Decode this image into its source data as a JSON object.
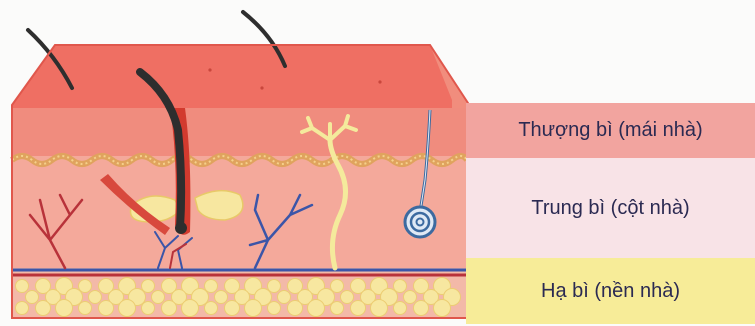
{
  "layers": [
    {
      "id": "epidermis",
      "label": "Thượng bì (mái nhà)",
      "color": "#f2a49f"
    },
    {
      "id": "dermis",
      "label": "Trung bì (cột nhà)",
      "color": "#f8e3e7"
    },
    {
      "id": "hypodermis",
      "label": "Hạ bì (nền nhà)",
      "color": "#f7ec98"
    }
  ],
  "colors": {
    "skin_top": "#ef6f63",
    "skin_side": "#f6b2a3",
    "dermis_fill": "#f4a99b",
    "fat_cell": "#f7e7a0",
    "hair": "#2e2e2e",
    "vein": "#3b55a8",
    "artery": "#b8323a",
    "nerve": "#f4ea9c",
    "gland": "#3c6aa0"
  }
}
